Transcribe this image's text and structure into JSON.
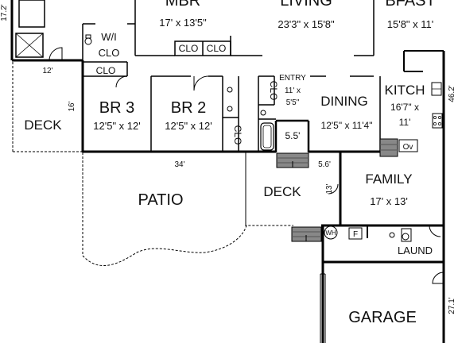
{
  "rooms": {
    "mbr": {
      "name": "MBR",
      "dims": "17' x 13'5\""
    },
    "living": {
      "name": "LIVING",
      "dims": "23'3\" x 15'8\""
    },
    "bfast": {
      "name": "BFAST",
      "dims": "15'8\" x 11'"
    },
    "wi_clo": {
      "line1": "W/I",
      "line2": "CLO"
    },
    "br3": {
      "name": "BR 3",
      "dims": "12'5\" x 12'"
    },
    "br2": {
      "name": "BR 2",
      "dims": "12'5\" x 12'"
    },
    "entry": {
      "name": "ENTRY",
      "dims1": "11' x",
      "dims2": "5'5\""
    },
    "dining": {
      "name": "DINING",
      "dims": "12'5\" x 11'4\""
    },
    "kitch": {
      "name": "KITCH",
      "dims1": "16'7\" x",
      "dims2": "11'"
    },
    "deck_left": {
      "name": "DECK"
    },
    "patio": {
      "name": "PATIO"
    },
    "deck_mid": {
      "name": "DECK"
    },
    "family": {
      "name": "FAMILY",
      "dims": "17' x 13'"
    },
    "laund": {
      "name": "LAUND"
    },
    "garage": {
      "name": "GARAGE"
    }
  },
  "closets": {
    "clo_mbr_1": "CLO",
    "clo_mbr_2": "CLO",
    "clo_hall": "CLO",
    "clo_br2": "CLO",
    "clo_entry": "CLO"
  },
  "dimensions": {
    "left_top": "17.2'",
    "deck_width": "12'",
    "deck_depth": "16'",
    "patio_width": "34'",
    "entry_step": "5.5'",
    "mid_deck_width": "5.6'",
    "mid_deck_depth": "13'",
    "right_top": "46.2'",
    "right_bottom": "27.1'"
  },
  "fixtures": {
    "oven": "Ov",
    "water_heater": "WH",
    "furnace": "F"
  }
}
